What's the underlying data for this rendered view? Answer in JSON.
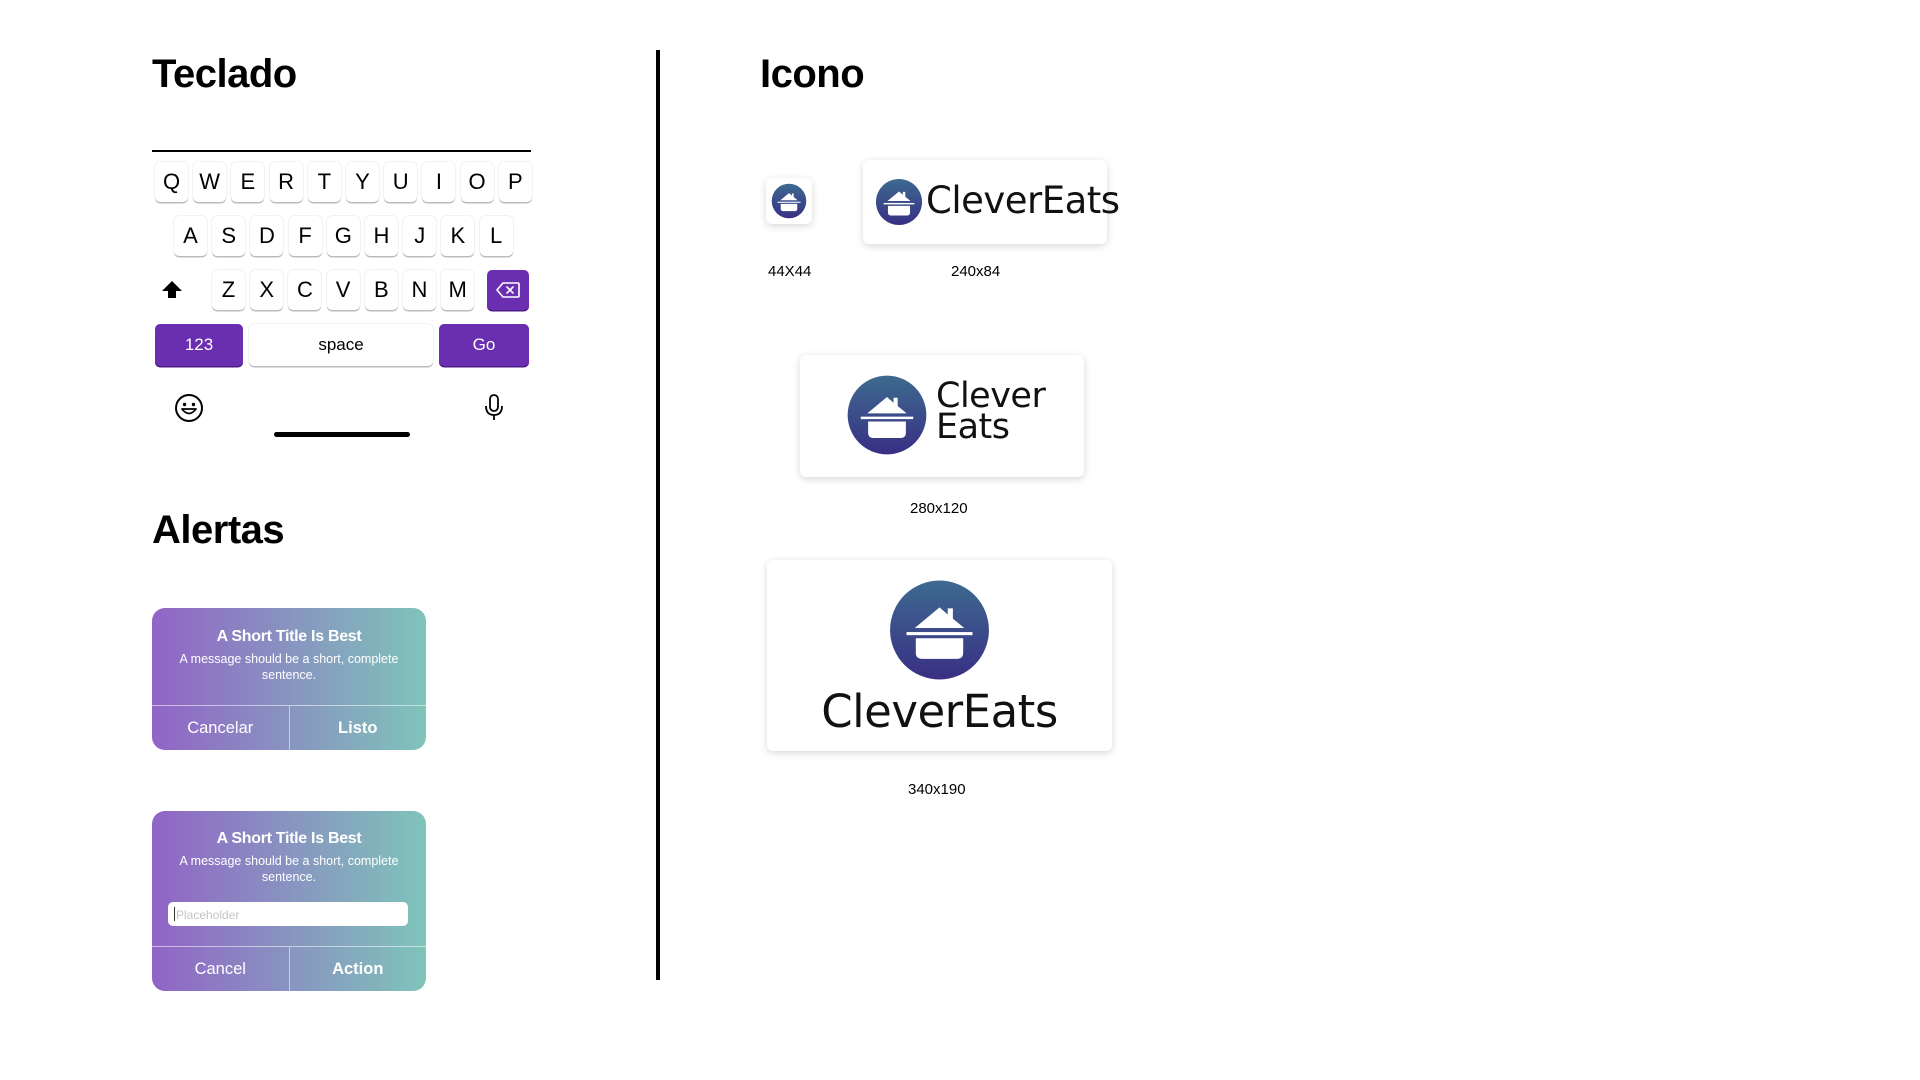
{
  "sections": {
    "keyboard_title": "Teclado",
    "alerts_title": "Alertas",
    "icon_title": "Icono"
  },
  "keyboard": {
    "row1": [
      "Q",
      "W",
      "E",
      "R",
      "T",
      "Y",
      "U",
      "I",
      "O",
      "P"
    ],
    "row2": [
      "A",
      "S",
      "D",
      "F",
      "G",
      "H",
      "J",
      "K",
      "L"
    ],
    "row3": [
      "Z",
      "X",
      "C",
      "V",
      "B",
      "N",
      "M"
    ],
    "numbers_label": "123",
    "space_label": "space",
    "go_label": "Go",
    "accent_color": "#6a2fb0",
    "icons": {
      "shift": "shift-icon",
      "backspace": "backspace-icon",
      "emoji": "emoji-icon",
      "mic": "microphone-icon"
    }
  },
  "alerts": {
    "alert1": {
      "title": "A Short Title Is Best",
      "message": "A message should be a short, complete sentence.",
      "cancel_label": "Cancelar",
      "confirm_label": "Listo"
    },
    "alert2": {
      "title": "A Short Title Is Best",
      "message": "A message should be a short, complete sentence.",
      "input_placeholder": "Placeholder",
      "cancel_label": "Cancel",
      "action_label": "Action"
    },
    "gradient_colors": [
      "#9164c6",
      "#7fc4ba"
    ]
  },
  "icons": {
    "brand_name": "CleverEats",
    "brand_line1": "Clever",
    "brand_line2": "Eats",
    "brand_color": "#3a3f84",
    "sizes": {
      "s44": "44X44",
      "s240": "240x84",
      "s280": "280x120",
      "s340": "340x190"
    }
  }
}
